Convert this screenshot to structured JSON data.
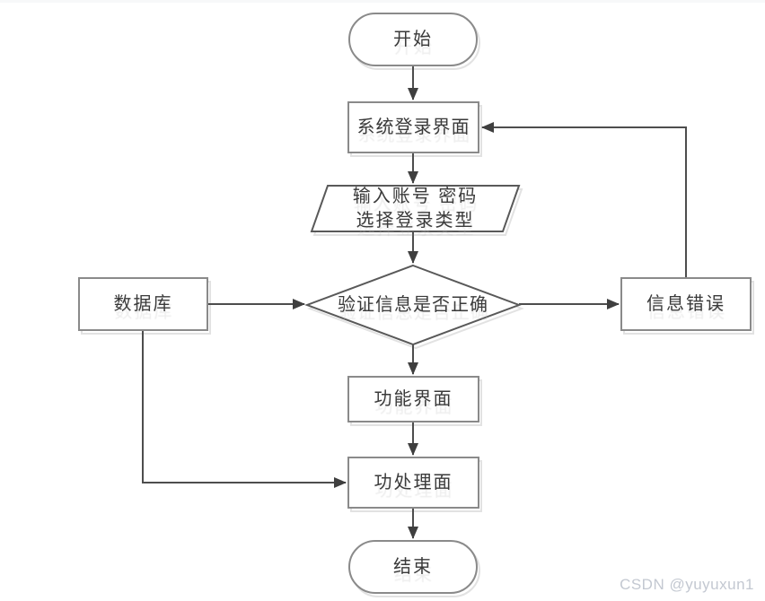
{
  "diagram": {
    "title": "login-flowchart",
    "nodes": {
      "start": {
        "label": "开始",
        "shape": "terminator"
      },
      "login": {
        "label": "系统登录界面",
        "shape": "rectangle"
      },
      "input": {
        "line1": "输入账号 密码",
        "line2": "选择登录类型",
        "shape": "parallelogram"
      },
      "verify": {
        "label": "验证信息是否正确",
        "shape": "diamond"
      },
      "database": {
        "label": "数据库",
        "shape": "rectangle"
      },
      "error": {
        "label": "信息错误",
        "shape": "rectangle"
      },
      "function": {
        "label": "功能界面",
        "shape": "rectangle"
      },
      "process": {
        "label": "功处理面",
        "shape": "rectangle"
      },
      "end": {
        "label": "结束",
        "shape": "terminator"
      }
    },
    "edges": [
      "start→login",
      "login→input",
      "input→verify",
      "database→verify",
      "verify→error",
      "error→login",
      "verify→function",
      "function→process",
      "database→process",
      "process→end"
    ],
    "colors": {
      "box_border": "#8a8a8a",
      "poly_border": "#595959",
      "connector": "#4d4d4d",
      "arrowhead": "#3f3f3f",
      "shadow": "#e2e2e2",
      "text": "#3a3a3a",
      "background": "#ffffff"
    }
  },
  "watermark": {
    "text": "CSDN @yuyuxun1"
  }
}
